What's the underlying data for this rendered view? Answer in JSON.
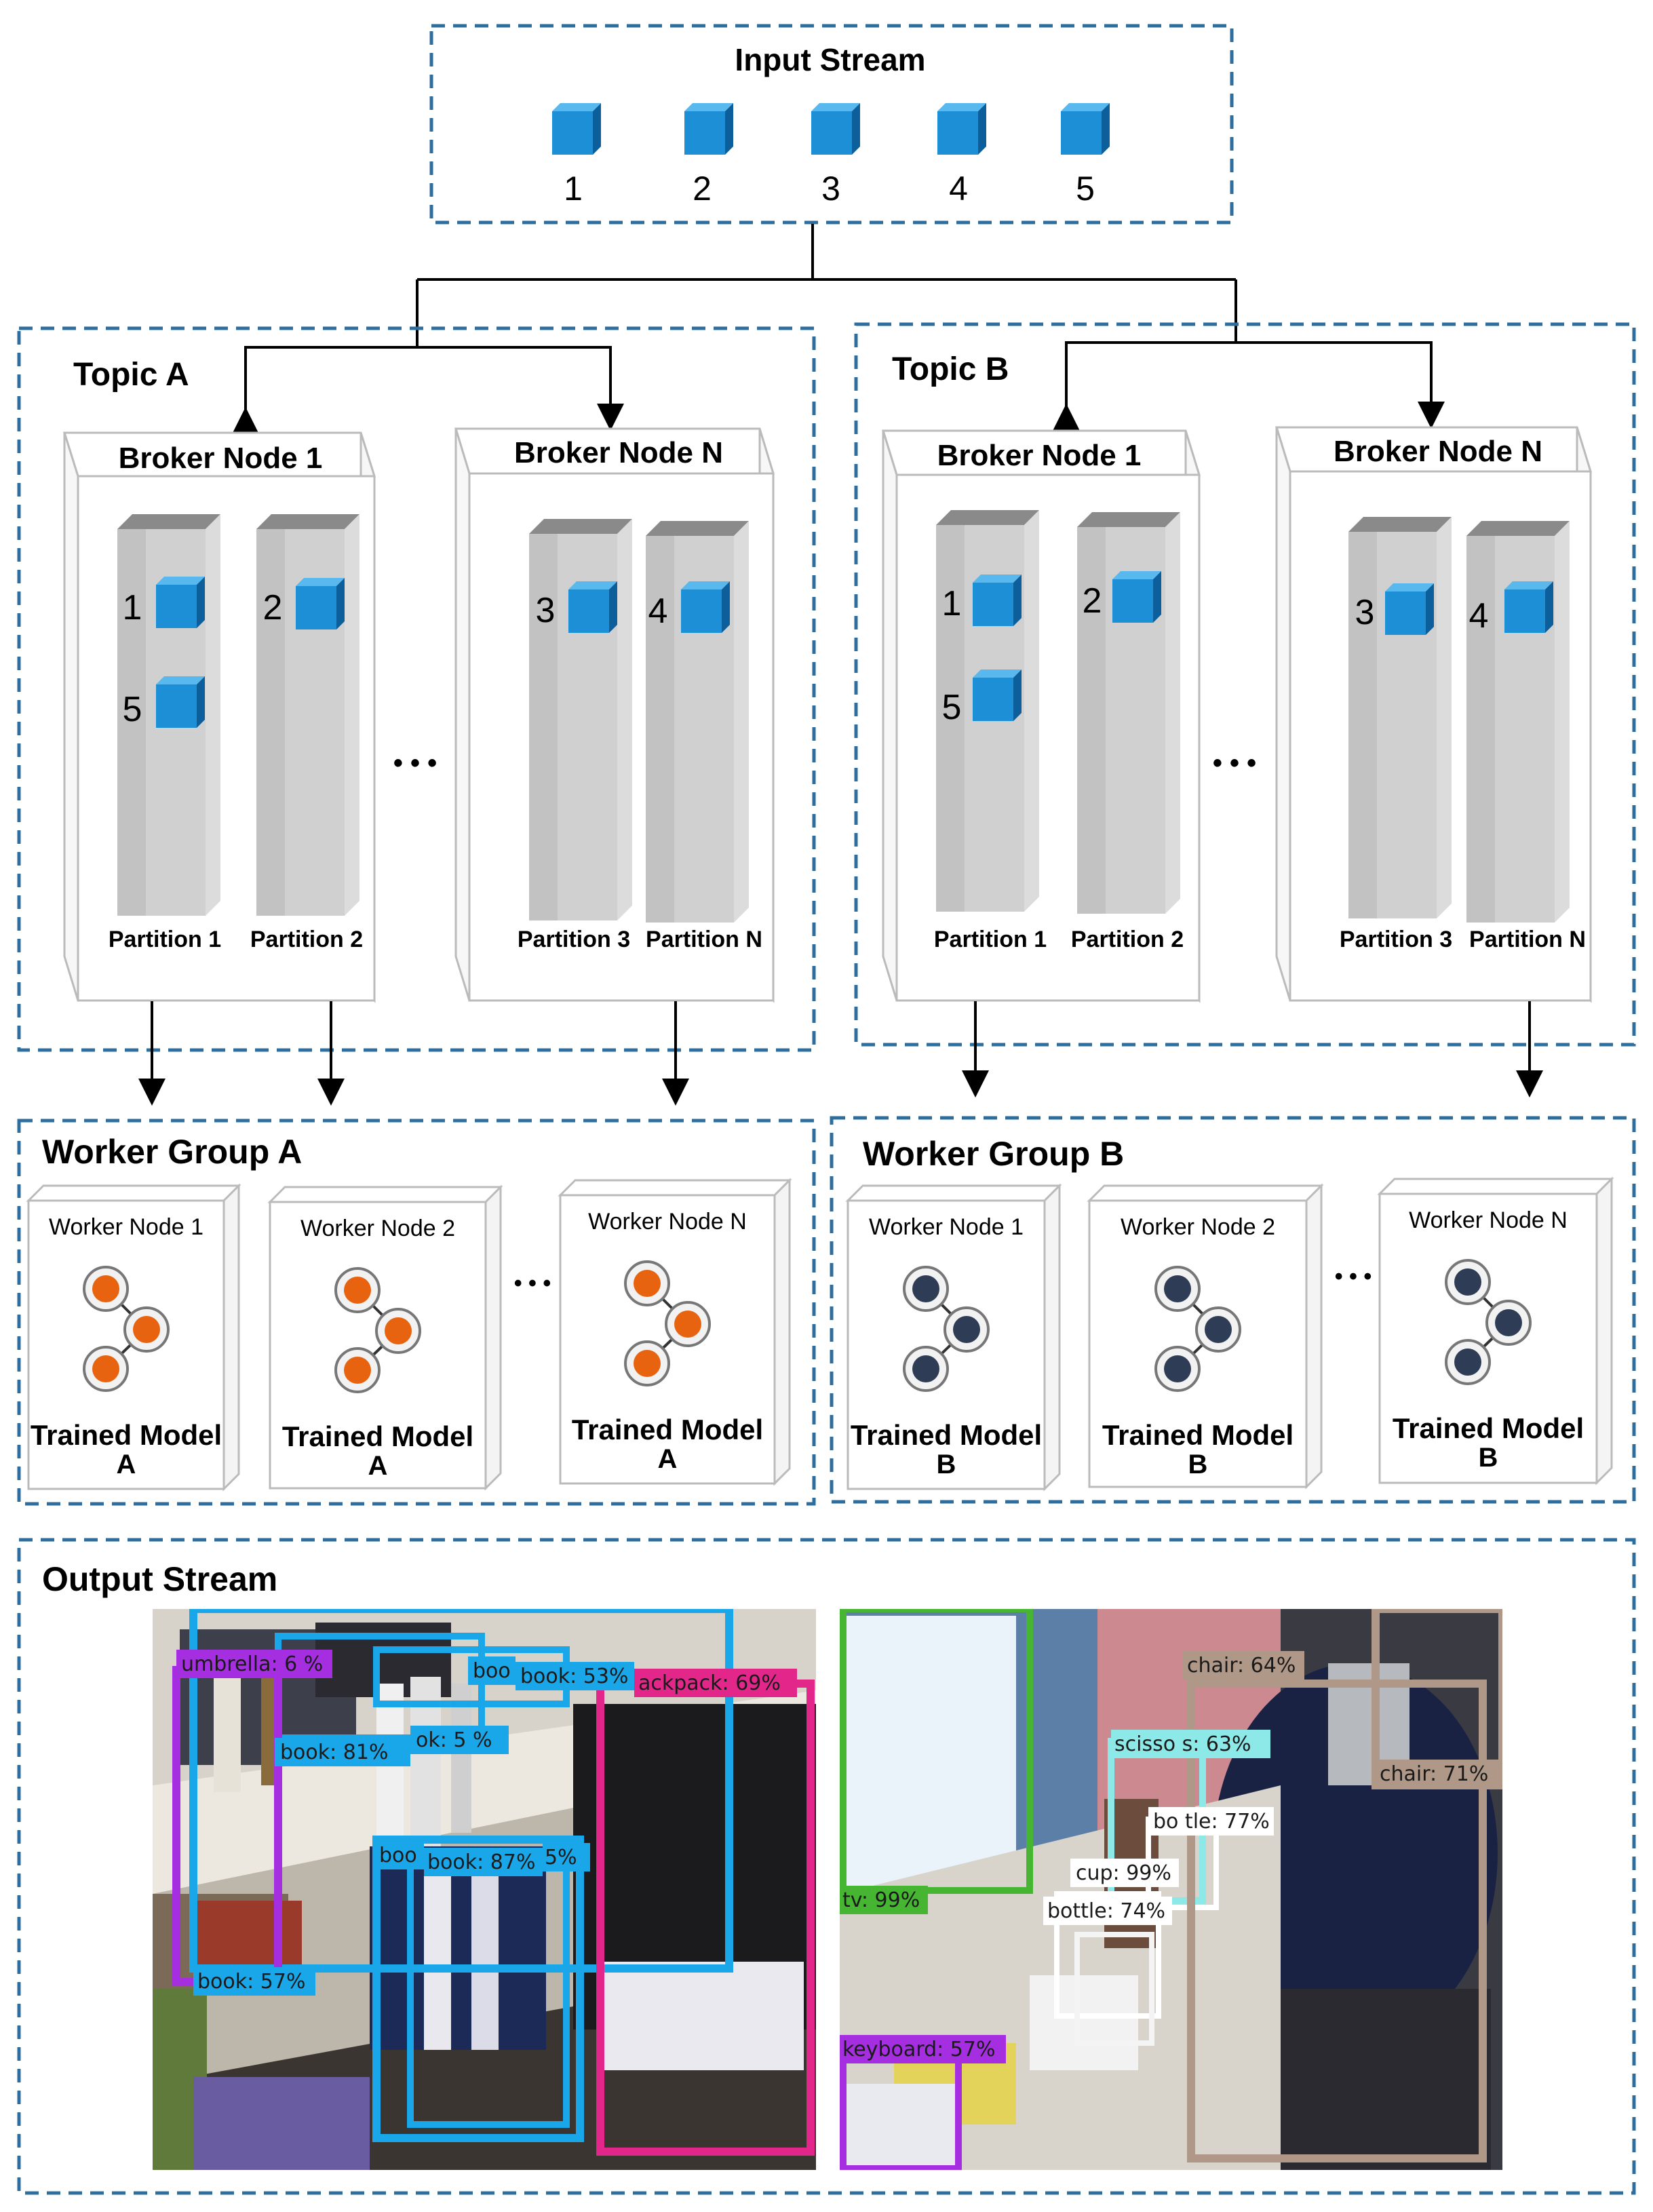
{
  "input_stream": {
    "title": "Input Stream",
    "messages": [
      "1",
      "2",
      "3",
      "4",
      "5"
    ]
  },
  "topics": [
    {
      "title": "Topic A",
      "brokers": [
        {
          "title": "Broker Node 1",
          "partitions": [
            {
              "label": "Partition 1",
              "messages": [
                "1",
                "5"
              ]
            },
            {
              "label": "Partition 2",
              "messages": [
                "2"
              ]
            }
          ]
        },
        {
          "title": "Broker Node N",
          "partitions": [
            {
              "label": "Partition 3",
              "messages": [
                "3"
              ]
            },
            {
              "label": "Partition N",
              "messages": [
                "4"
              ]
            }
          ]
        }
      ],
      "ellipsis": "• • •"
    },
    {
      "title": "Topic B",
      "brokers": [
        {
          "title": "Broker Node 1",
          "partitions": [
            {
              "label": "Partition 1",
              "messages": [
                "1",
                "5"
              ]
            },
            {
              "label": "Partition 2",
              "messages": [
                "2"
              ]
            }
          ]
        },
        {
          "title": "Broker Node N",
          "partitions": [
            {
              "label": "Partition 3",
              "messages": [
                "3"
              ]
            },
            {
              "label": "Partition N",
              "messages": [
                "4"
              ]
            }
          ]
        }
      ],
      "ellipsis": "• • •"
    }
  ],
  "worker_groups": [
    {
      "title": "Worker Group A",
      "node_color": "#e8630f",
      "nodes": [
        {
          "title": "Worker Node 1",
          "model_line1": "Trained Model",
          "model_line2": "A"
        },
        {
          "title": "Worker Node 2",
          "model_line1": "Trained Model",
          "model_line2": "A"
        },
        {
          "title": "Worker Node N",
          "model_line1": "Trained Model",
          "model_line2": "A"
        }
      ],
      "ellipsis": "• • •"
    },
    {
      "title": "Worker Group B",
      "node_color": "#2e3d55",
      "nodes": [
        {
          "title": "Worker Node 1",
          "model_line1": "Trained Model",
          "model_line2": "B"
        },
        {
          "title": "Worker Node 2",
          "model_line1": "Trained Model",
          "model_line2": "B"
        },
        {
          "title": "Worker Node N",
          "model_line1": "Trained Model",
          "model_line2": "B"
        }
      ],
      "ellipsis": "• • •"
    }
  ],
  "output_stream": {
    "title": "Output Stream",
    "image_1_detections": [
      "umbrella: 6 %",
      "book: 81%",
      "ok: 5 %",
      "boo",
      "book: 53%",
      "ackpack: 69%",
      "boo",
      "book: 87%",
      "5%",
      "book: 57%"
    ],
    "image_2_detections": [
      "chair: 64%",
      "chair: 71%",
      "scisso s: 63%",
      "bo tle: 77%",
      "cup: 99%",
      "bottle: 74%",
      "tv: 99%",
      "keyboard: 57%"
    ]
  },
  "colors": {
    "dashed_border": "#2e6e9e",
    "message_cube": "#1c8fd6",
    "detect_blue": "#19a7ea",
    "detect_magenta": "#e3268a",
    "detect_purple": "#a42ee0",
    "detect_green": "#45b532",
    "detect_cyan": "#8de8e8",
    "detect_tan": "#b09888"
  }
}
